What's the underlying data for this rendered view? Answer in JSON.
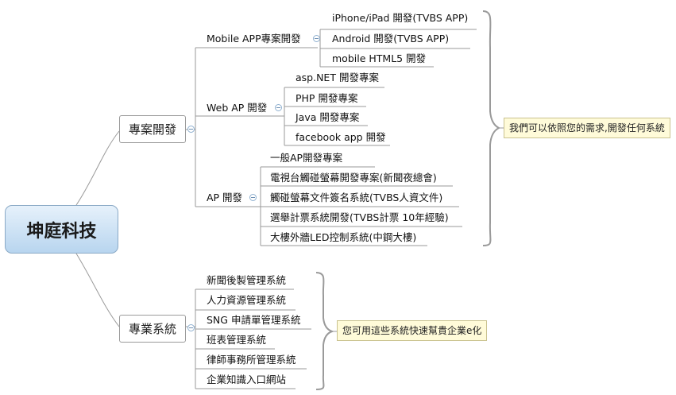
{
  "root": "坤庭科技",
  "branches": [
    {
      "title": "專案開發",
      "groups": [
        {
          "title": "Mobile APP專案開發",
          "items": [
            "iPhone/iPad 開發(TVBS APP)",
            "Android 開發(TVBS APP)",
            "mobile HTML5 開發"
          ]
        },
        {
          "title": "Web AP 開發",
          "items": [
            "asp.NET 開發專案",
            "PHP 開發專案",
            "Java 開發專案",
            "facebook app 開發"
          ]
        },
        {
          "title": "AP 開發",
          "items": [
            "一般AP開發專案",
            "電視台觸碰螢幕開發專案(新聞夜總會)",
            "觸碰螢幕文件簽名系統(TVBS人資文件)",
            "選舉計票系統開發(TVBS計票 10年經驗)",
            "大樓外牆LED控制系統(中鋼大樓)"
          ]
        }
      ],
      "note": "我們可以依照您的需求,開發任何系統"
    },
    {
      "title": "專業系統",
      "items": [
        "新聞後製管理系統",
        "人力資源管理系統",
        "SNG 申請單管理系統",
        "班表管理系統",
        "律師事務所管理系統",
        "企業知識入口網站"
      ],
      "note": "您可用這些系統快速幫貴企業e化"
    }
  ],
  "colors": {
    "root_fill_top": "#e6f1fb",
    "root_fill_bottom": "#b8d5ef",
    "root_border": "#8aa9c6",
    "connector": "#9a9a9a",
    "bracket": "#9a9a9a",
    "callout_fill": "#fffbd9",
    "callout_border": "#c9c28f",
    "toggle": "#6d8fb3"
  }
}
